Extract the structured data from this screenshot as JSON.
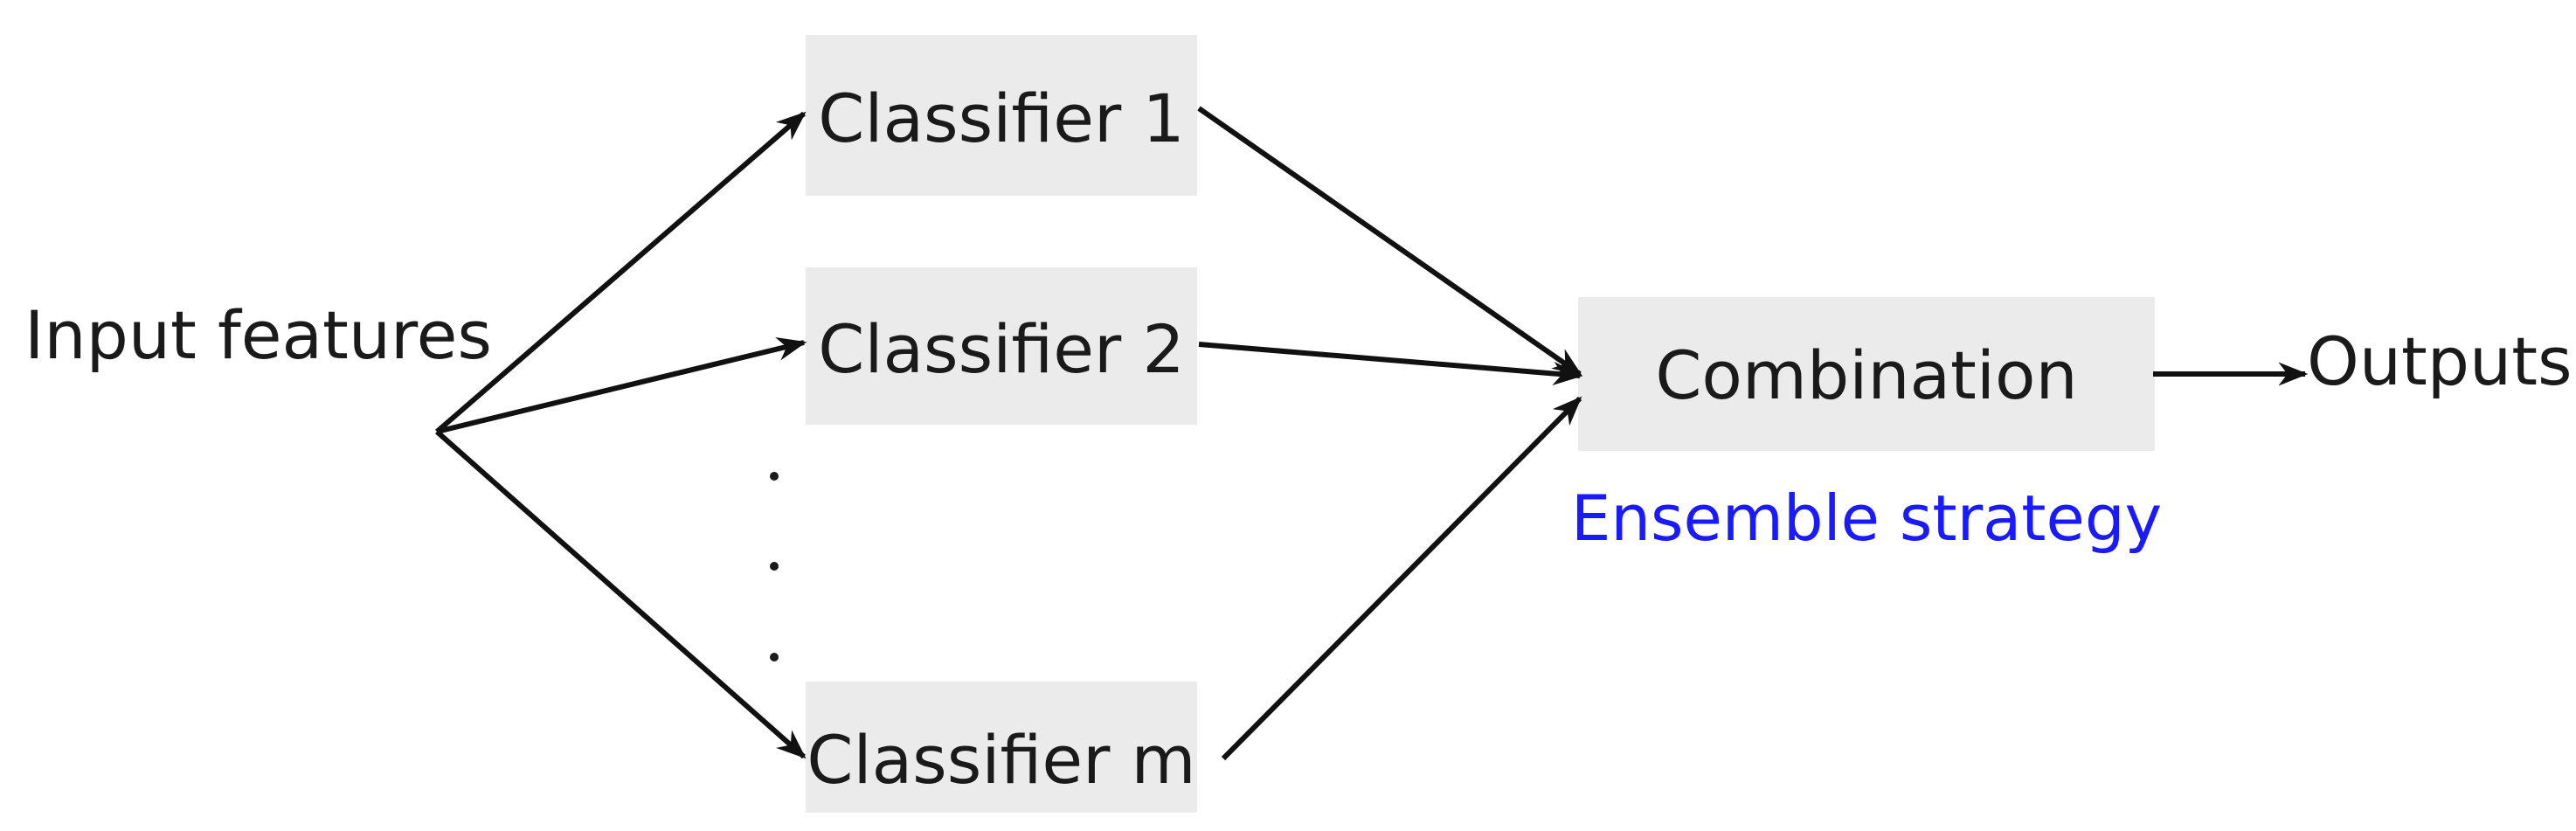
{
  "diagram": {
    "input_label": "Input features",
    "classifiers": [
      {
        "label": "Classifier 1"
      },
      {
        "label": "Classifier 2"
      },
      {
        "label": "Classifier m"
      }
    ],
    "ellipsis": "⋮",
    "combination_label": "Combination",
    "strategy_label": "Ensemble strategy",
    "output_label": "Outputs",
    "colors": {
      "box_fill": "#ebebeb",
      "text": "#1a1a1a",
      "strategy_text": "#1a1aff",
      "arrow": "#111111"
    }
  }
}
